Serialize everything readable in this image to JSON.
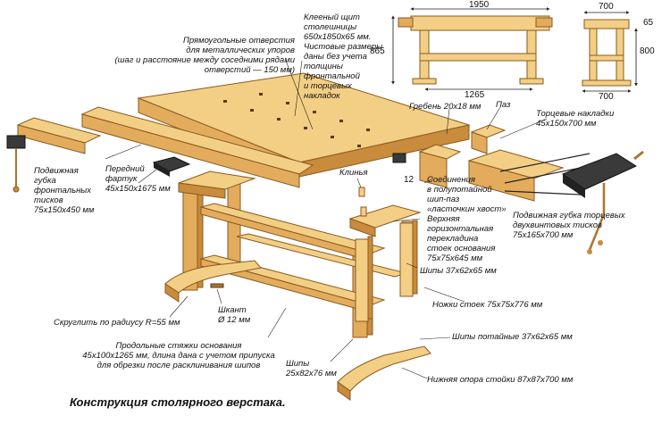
{
  "caption": "Конструкция столярного верстака.",
  "dimensions": {
    "front_width": "1950",
    "front_height": "865",
    "front_base": "1265",
    "side_top": "700",
    "side_height": "800",
    "side_thick": "65",
    "side_bottom": "700",
    "joint_size": "12"
  },
  "labels": {
    "glued_top": "Клееный щит\nстолешницы\n650х1850х65 мм.\nЧистовые размеры\nданы без учета\nтолщины\nфронтальной\nи торцевых\nнакладок",
    "holes": "Прямоугольные отверстия\nдля металлических упоров\n(шаг и расстояние между соседними рядами\nотверстий — 150 мм)",
    "comb": "Гребень 20х18 мм",
    "groove": "Паз",
    "end_caps": "Торцевые накладки\n45х150х700 мм",
    "front_vise_jaw": "Подвижная\nгубка\nфронтальных\nтисков\n75х150х450 мм",
    "front_apron": "Передний\nфартук\n45х150х1675 мм",
    "wedges": "Клинья",
    "dovetail": "Соединения\nв полупотайной\nшип-паз\n«ласточкин хвост»",
    "upper_rail": "Верхняя\nгоризонтальная\nперекладина\nстоек основания\n75х75х645 мм",
    "end_vise_jaw": "Подвижная губка торцевых\nдвухвинтовых тисков\n75х165х700 мм",
    "tenons_37": "Шипы 37х62х65 мм",
    "legs": "Ножки стоек 75х75х776 мм",
    "round_r": "Скруглить по радиусу R=55 мм",
    "dowel": "Шкант\nØ 12 мм",
    "hidden_tenons": "Шипы потайные 37х62х65 мм",
    "stretchers": "Продольные стяжки основания\n45х100х1265 мм, длина дана с учетом припуска\nдля обрезки после расклинивания шипов",
    "tenons_25": "Шипы\n25х82х76 мм",
    "bottom_support": "Нижняя опора стойки 87х87х700 мм"
  },
  "colors": {
    "wood_light": "#f3cf86",
    "wood_mid": "#e3ac5c",
    "wood_dark": "#c98b3c",
    "metal": "#3a3a3a",
    "line": "#222222"
  }
}
